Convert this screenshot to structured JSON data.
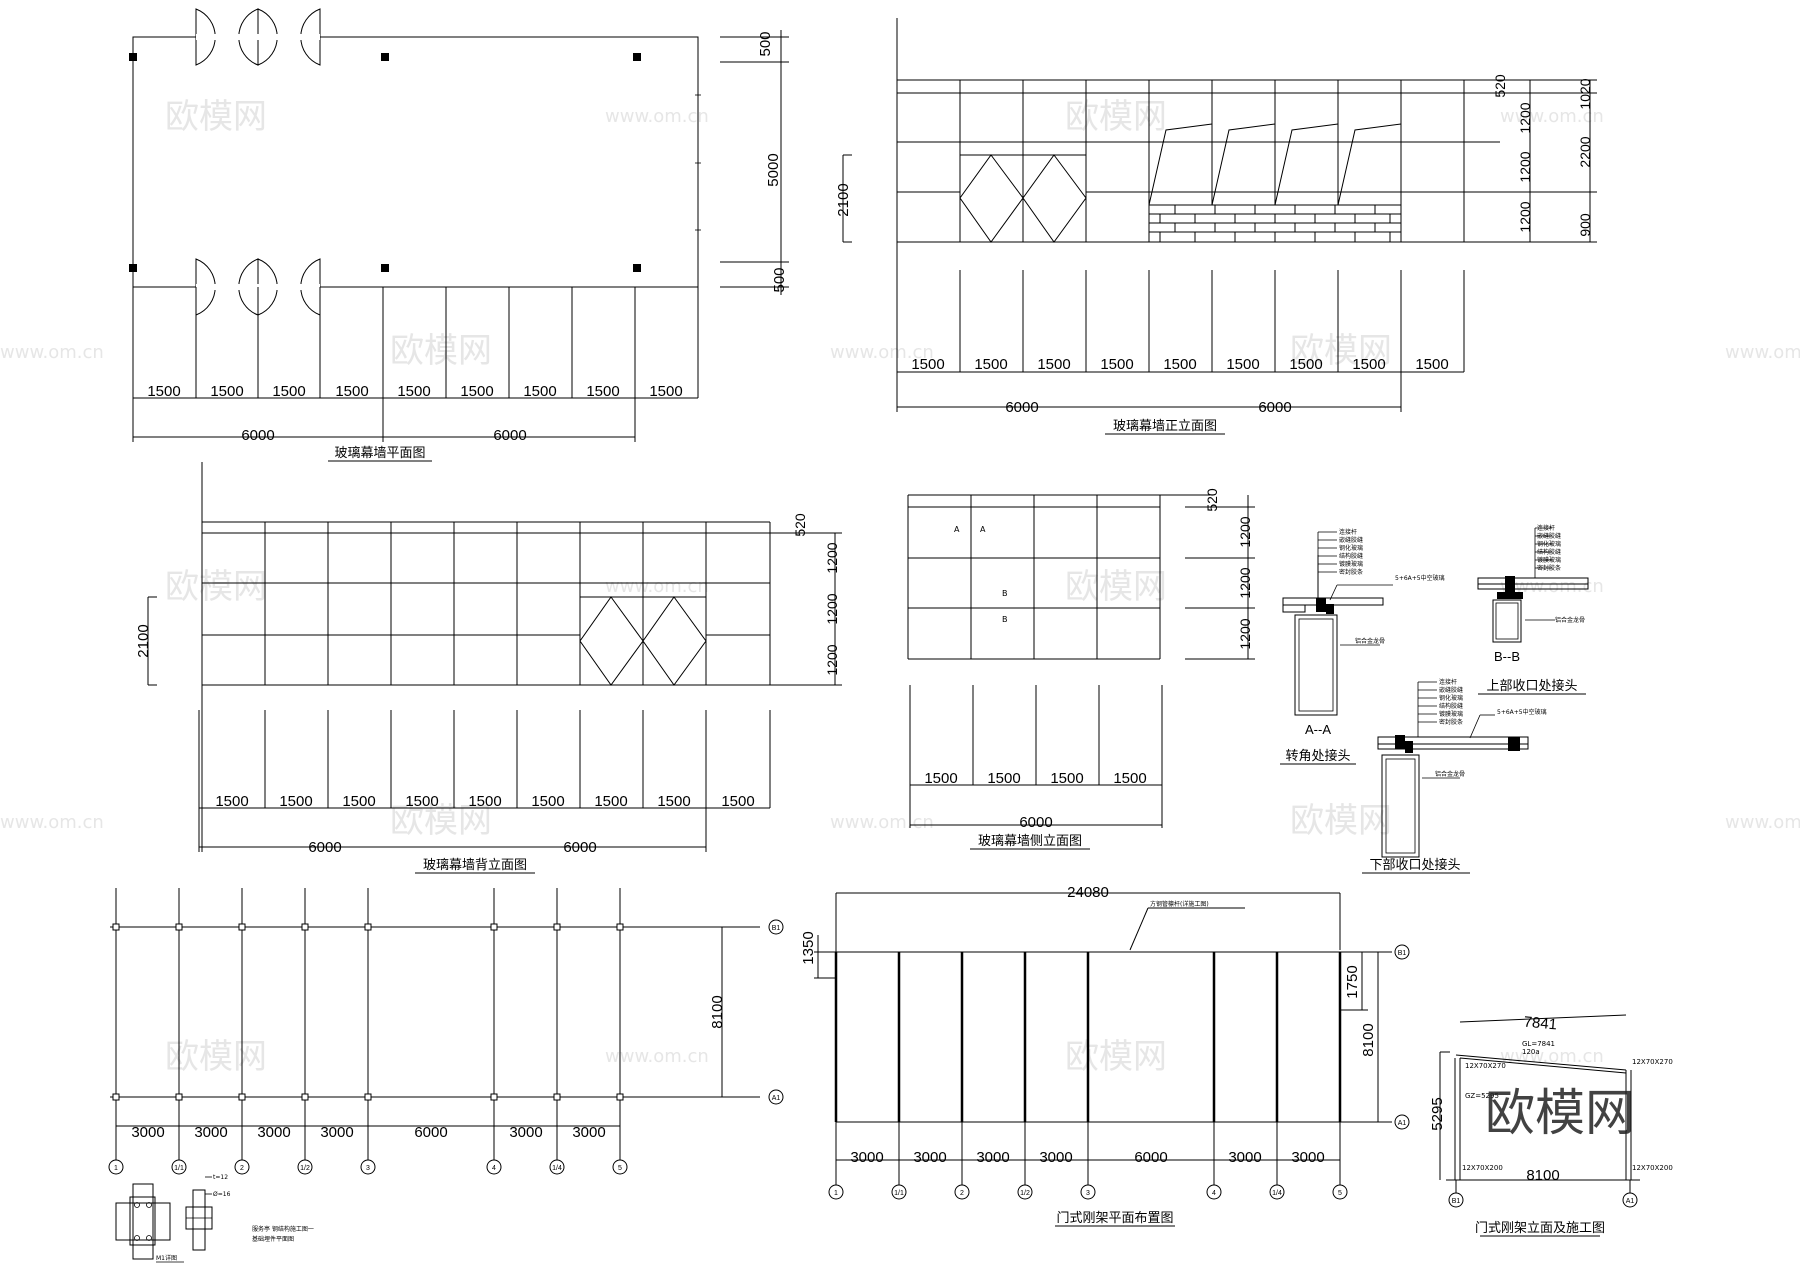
{
  "titles": {
    "plan": "玻璃幕墙平面图",
    "front": "玻璃幕墙正立面图",
    "back": "玻璃幕墙背立面图",
    "side": "玻璃幕墙侧立面图",
    "corner": "转角处接头",
    "top_joint": "上部收口处接头",
    "bottom_joint": "下部收口处接头",
    "frame_plan": "门式刚架平面布置图",
    "frame_elev": "门式刚架立面及施工图",
    "m1": "M1详图",
    "note1": "服务亭 钢结构施工图一",
    "note2": "基础埋件平面图"
  },
  "section_marks": {
    "aa": "A--A",
    "bb": "B--B",
    "a": "A",
    "b": "B"
  },
  "dims": {
    "d1500": "1500",
    "d6000": "6000",
    "d500": "500",
    "d5000": "5000",
    "d520": "520",
    "d1200": "1200",
    "d2100": "2100",
    "d1020": "1020",
    "d2200": "2200",
    "d900": "900",
    "d3000": "3000",
    "d8100": "8100",
    "d1350": "1350",
    "d24080": "24080",
    "d1750": "1750",
    "d7841": "7841",
    "d5295": "5295"
  },
  "joint_labels": [
    "连接杆",
    "嵌缝胶缝",
    "钢化玻璃",
    "结构胶缝",
    "镀膜玻璃",
    "密封胶条"
  ],
  "glass_spec": "5+6A+5中空玻璃",
  "frame_member": "铝合金龙骨",
  "beam_note": "方钢管檩杆(详施工图)",
  "axes": {
    "cols": [
      "1",
      "1/1",
      "2",
      "1/2",
      "3",
      "4",
      "1/4",
      "5"
    ],
    "rows": [
      "B1",
      "A1"
    ]
  },
  "frame_notes": {
    "gl": "GL=7841",
    "gl2": "120a",
    "plate": "12X70X270",
    "plate2": "12X70X200",
    "gz": "GZ=5295"
  },
  "plate_notes": {
    "t": "t=12",
    "d": "Ø=16"
  },
  "watermark": {
    "brand": "欧模网",
    "url": "www.om.cn"
  }
}
